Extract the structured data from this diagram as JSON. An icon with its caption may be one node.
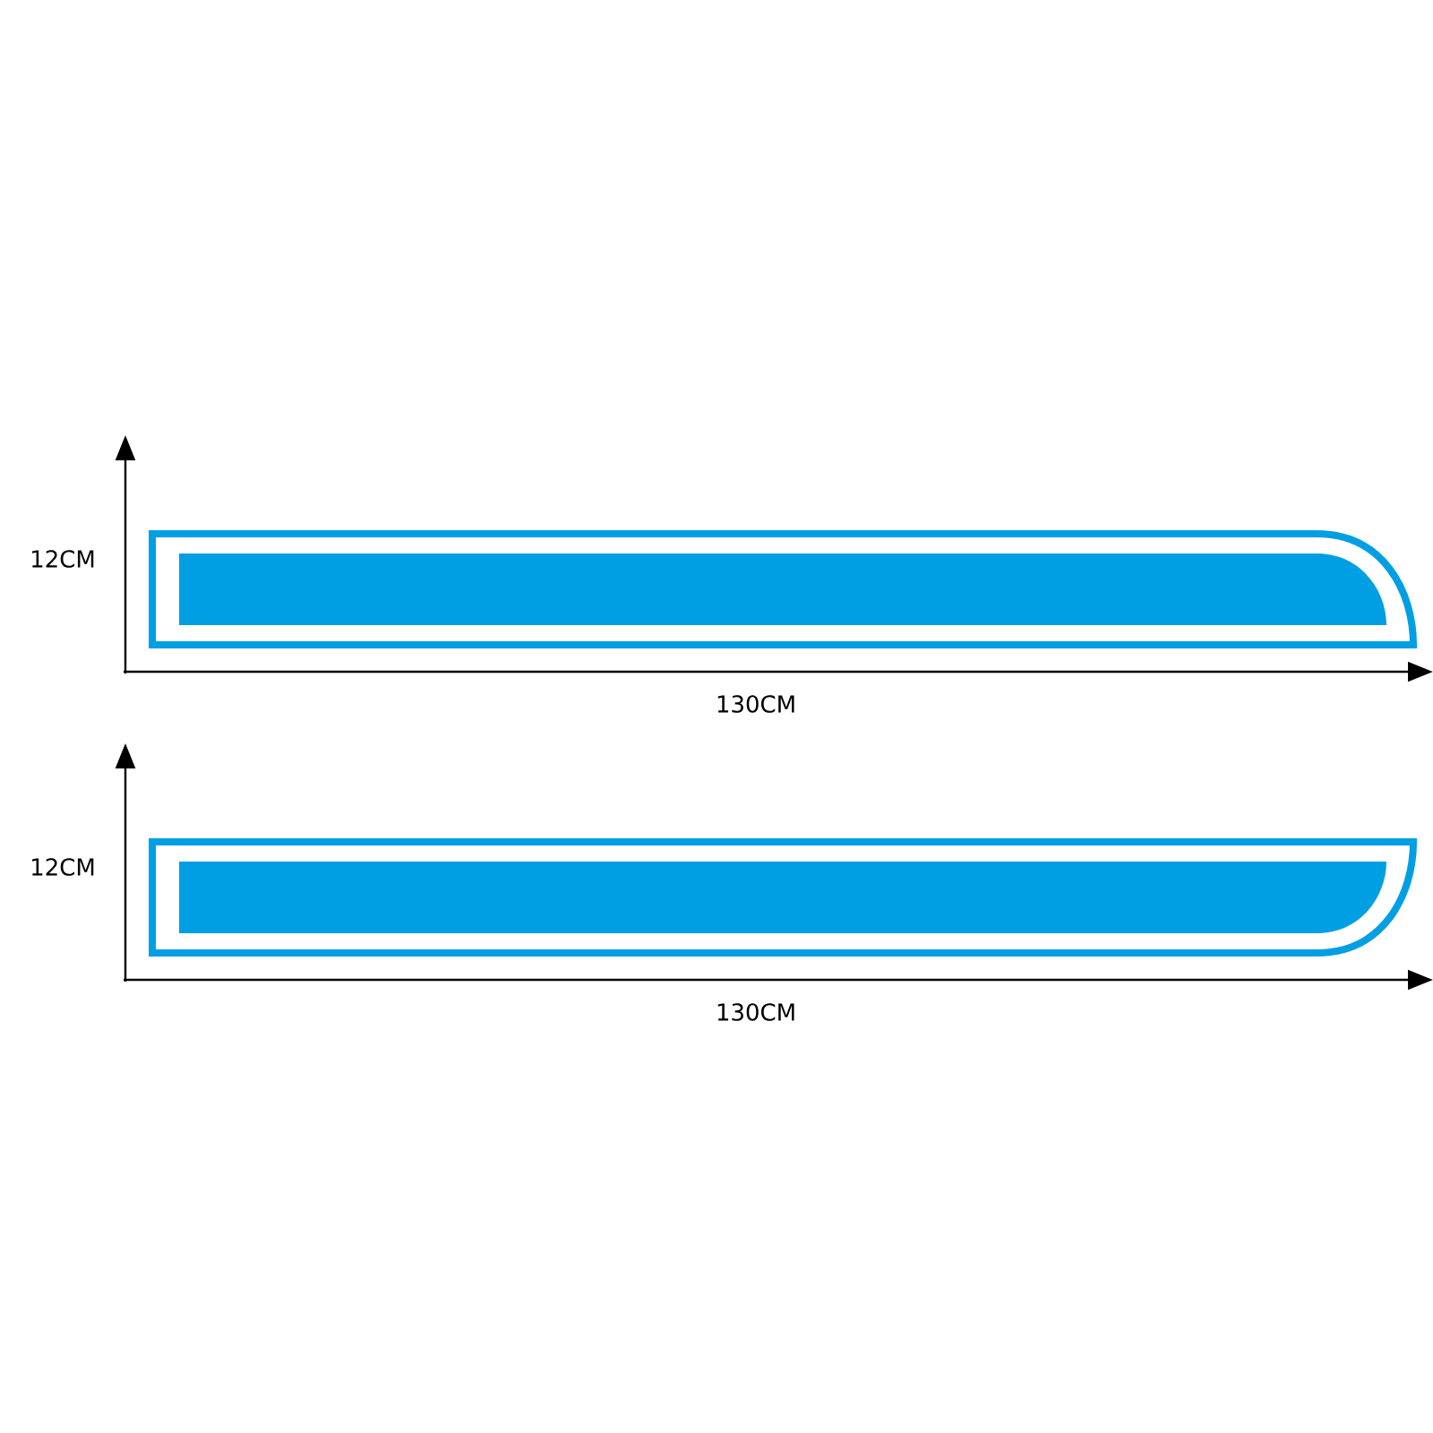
{
  "diagram": {
    "labels": [
      "12CM",
      "130CM",
      "12CM",
      "130CM"
    ]
  }
}
